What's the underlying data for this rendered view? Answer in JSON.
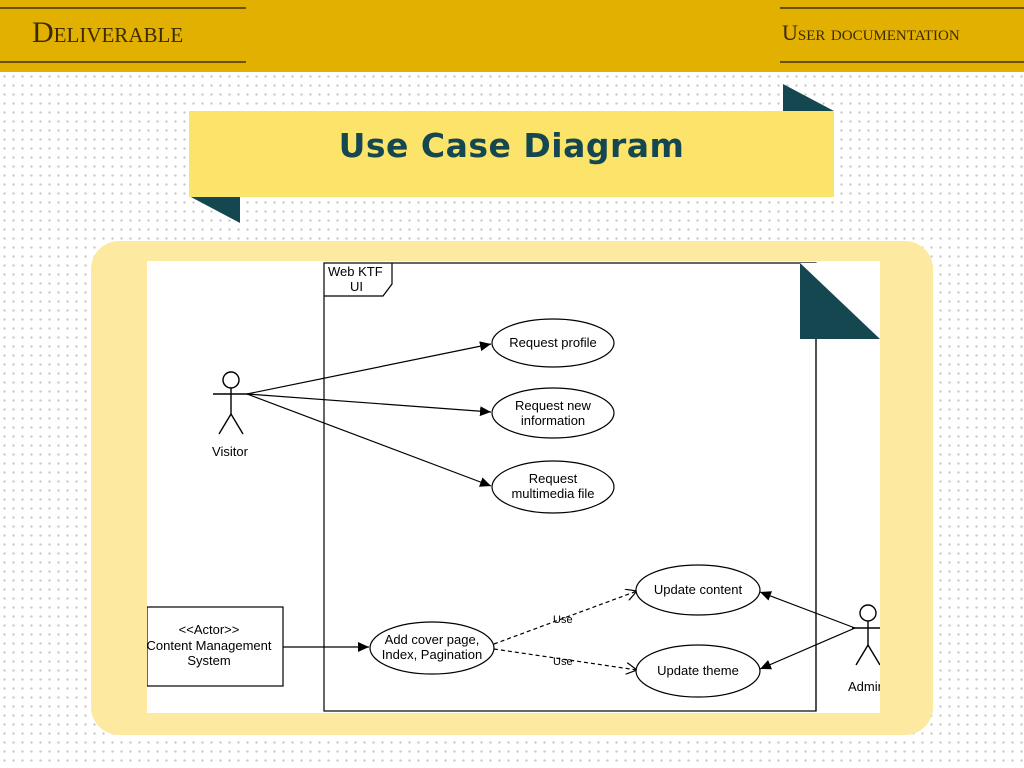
{
  "header": {
    "left_title": "Deliverable",
    "right_title": "User documentation"
  },
  "slide": {
    "title": "Use Case Diagram"
  },
  "colors": {
    "header_band": "#e1b000",
    "banner": "#fce46b",
    "card": "#fde9a0",
    "teal_accent": "#14474f"
  },
  "diagram": {
    "system_boundary": {
      "line1": "Web KTF",
      "line2": "UI"
    },
    "actors": {
      "visitor": "Visitor",
      "admin": "Admin",
      "cms": {
        "line1": "<<Actor>>",
        "line2": "Content Management",
        "line3": "System"
      }
    },
    "use_cases": {
      "request_profile": "Request profile",
      "request_new_info": {
        "line1": "Request new",
        "line2": "information"
      },
      "request_multimedia": {
        "line1": "Request",
        "line2": "multimedia file"
      },
      "add_cover_page": {
        "line1": "Add cover page,",
        "line2": "Index, Pagination"
      },
      "update_content": "Update content",
      "update_theme": "Update theme"
    },
    "relations": {
      "use_content": "Use",
      "use_theme": "Use"
    }
  }
}
